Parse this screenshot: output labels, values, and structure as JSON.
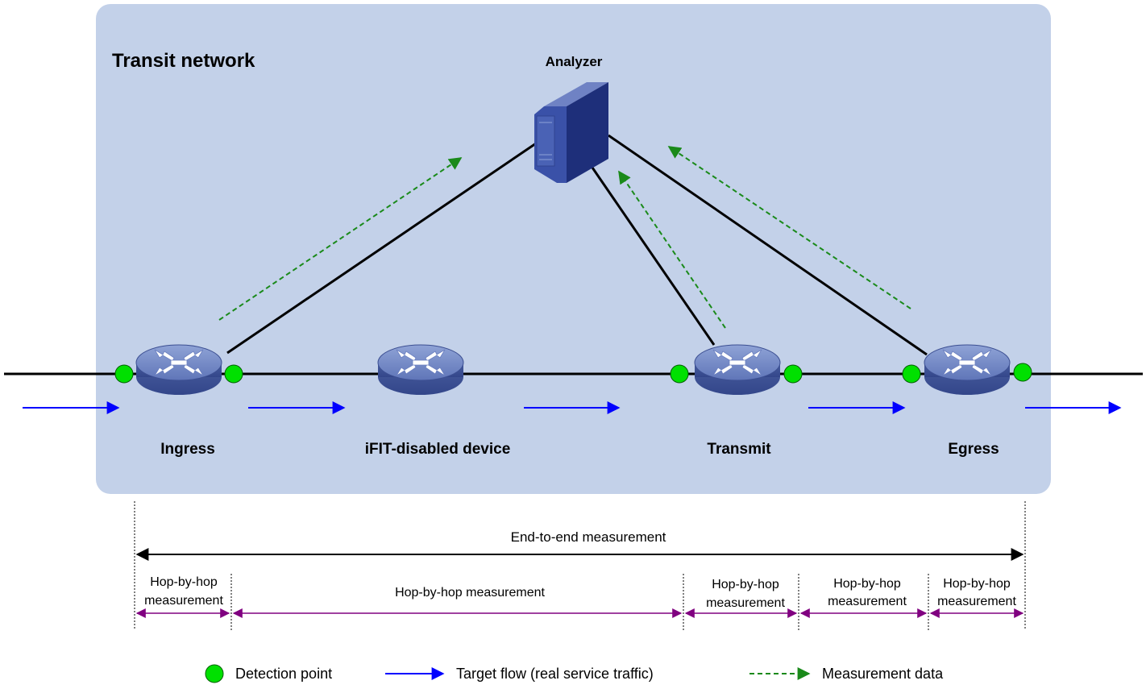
{
  "network": {
    "title": "Transit network",
    "background_color": "#c3d1e9"
  },
  "analyzer": {
    "label": "Analyzer",
    "icon": "server-icon"
  },
  "devices": [
    {
      "id": "ingress",
      "label": "Ingress",
      "icon": "router-icon"
    },
    {
      "id": "ifit-disabled",
      "label": "iFIT-disabled device",
      "icon": "router-icon"
    },
    {
      "id": "transmit",
      "label": "Transmit",
      "icon": "router-icon"
    },
    {
      "id": "egress",
      "label": "Egress",
      "icon": "router-icon"
    }
  ],
  "measurements": {
    "end_to_end": "End-to-end measurement",
    "hop_segments": [
      {
        "label_line1": "Hop-by-hop",
        "label_line2": "measurement"
      },
      {
        "label_line1": "Hop-by-hop measurement",
        "label_line2": ""
      },
      {
        "label_line1": "Hop-by-hop",
        "label_line2": "measurement"
      },
      {
        "label_line1": "Hop-by-hop",
        "label_line2": "measurement"
      },
      {
        "label_line1": "Hop-by-hop",
        "label_line2": "measurement"
      }
    ]
  },
  "legend": {
    "detection_point": "Detection point",
    "target_flow": "Target flow (real service traffic)",
    "measurement_data": "Measurement data"
  },
  "colors": {
    "detection_point": "#00e000",
    "target_flow": "#0000ff",
    "measurement_data": "#1a8a1a",
    "hop_arrow": "#800080",
    "link": "#000000"
  }
}
